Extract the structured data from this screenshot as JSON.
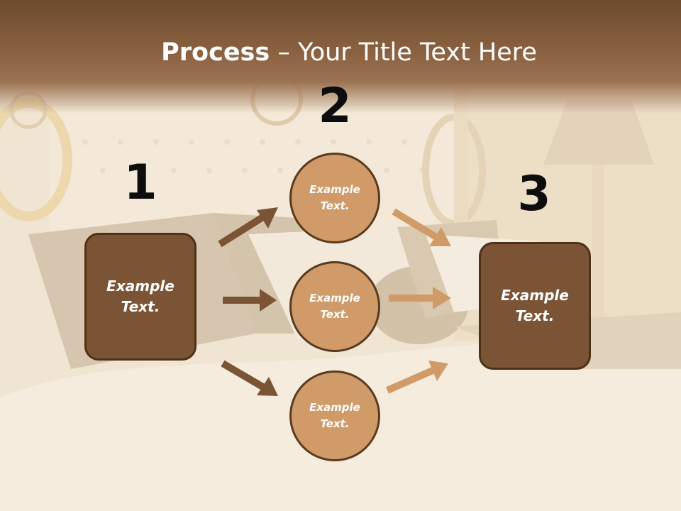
{
  "title": {
    "bold": "Process",
    "rest": " – Your Title Text Here"
  },
  "steps": {
    "one": "1",
    "two": "2",
    "three": "3"
  },
  "left_box": {
    "text": "Example\nText."
  },
  "circles": [
    {
      "text": "Example\nText."
    },
    {
      "text": "Example\nText."
    },
    {
      "text": "Example\nText."
    }
  ],
  "right_box": {
    "text": "Example\nText."
  },
  "colors": {
    "title_band": "#8a6140",
    "box_fill": "#7b5436",
    "circle_fill": "#d09b69",
    "arrow_dark": "#7b5436",
    "arrow_light": "#d09b69",
    "number_text": "#0d0d0d"
  }
}
